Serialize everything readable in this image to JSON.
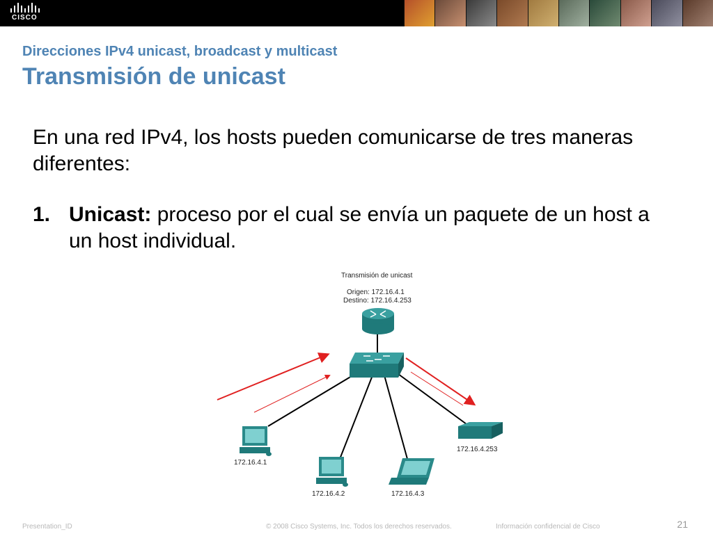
{
  "header": {
    "logo_text": "CISCO",
    "brand_color": "#000000"
  },
  "slide": {
    "subtitle": "Direcciones IPv4 unicast, broadcast y multicast",
    "title": "Transmisión de unicast",
    "paragraph": "En una red IPv4, los hosts pueden comunicarse de tres maneras diferentes:",
    "list_item": {
      "number": "1.",
      "term": "Unicast:",
      "text": " proceso por el cual se envía un paquete de un host a un host individual."
    },
    "title_color": "#4f84b4"
  },
  "diagram": {
    "caption": "Transmisión de unicast",
    "origin": "Origen: 172.16.4.1",
    "destination": "Destino: 172.16.4.253",
    "hosts": [
      "172.16.4.1",
      "172.16.4.2",
      "172.16.4.3",
      "172.16.4.253"
    ],
    "device_color": "#2a8a8a",
    "arrow_color": "#e02020"
  },
  "footer": {
    "presentation_id": "Presentation_ID",
    "copyright": "© 2008 Cisco Systems, Inc. Todos los derechos reservados.",
    "confidential": "Información confidencial de Cisco",
    "page_number": "21"
  }
}
